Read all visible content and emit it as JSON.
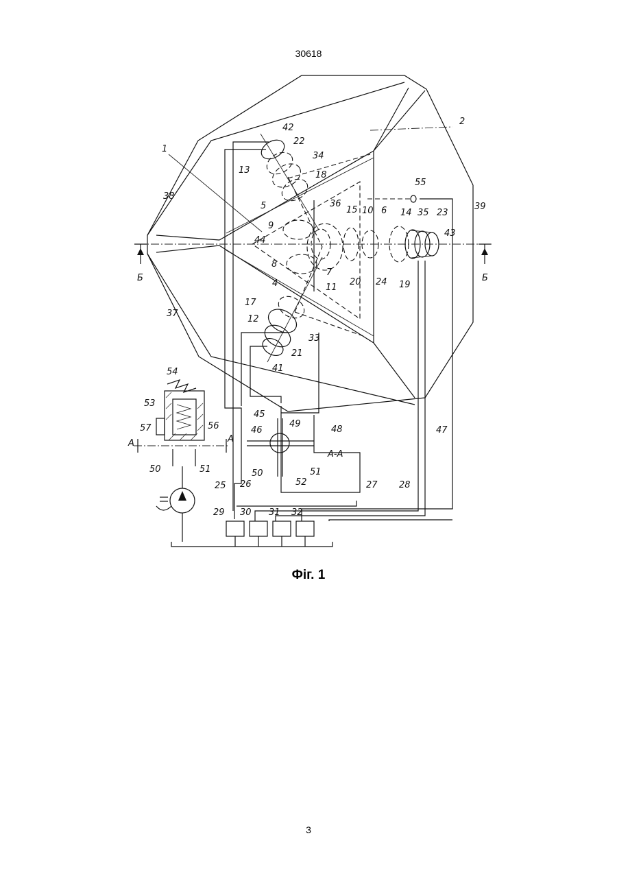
{
  "header": {
    "doc_number": "30618"
  },
  "figure": {
    "caption": "Фіг. 1",
    "labels": {
      "l1": "1",
      "l2": "2",
      "l4": "4",
      "l5": "5",
      "l6": "6",
      "l7": "7",
      "l8": "8",
      "l9": "9",
      "l10": "10",
      "l11": "11",
      "l12": "12",
      "l13": "13",
      "l14": "14",
      "l15": "15",
      "l17": "17",
      "l18": "18",
      "l19": "19",
      "l20": "20",
      "l21": "21",
      "l22": "22",
      "l23": "23",
      "l24": "24",
      "l25": "25",
      "l26": "26",
      "l27": "27",
      "l28": "28",
      "l29": "29",
      "l30": "30",
      "l31": "31",
      "l32": "32",
      "l33": "33",
      "l34": "34",
      "l35": "35",
      "l36": "36",
      "l37": "37",
      "l38": "38",
      "l39": "39",
      "l41": "41",
      "l42": "42",
      "l43": "43",
      "l44": "44",
      "l45": "45",
      "l46": "46",
      "l47": "47",
      "l48": "48",
      "l49": "49",
      "l50a": "50",
      "l50b": "50",
      "l51a": "51",
      "l51b": "51",
      "l52": "52",
      "l53": "53",
      "l54": "54",
      "l55": "55",
      "l56": "56",
      "l57": "57",
      "secA_left": "A",
      "secA_right": "A",
      "secAA": "A-A",
      "secB_left": "Б",
      "secB_right": "Б"
    }
  },
  "footer": {
    "page_number": "3"
  }
}
